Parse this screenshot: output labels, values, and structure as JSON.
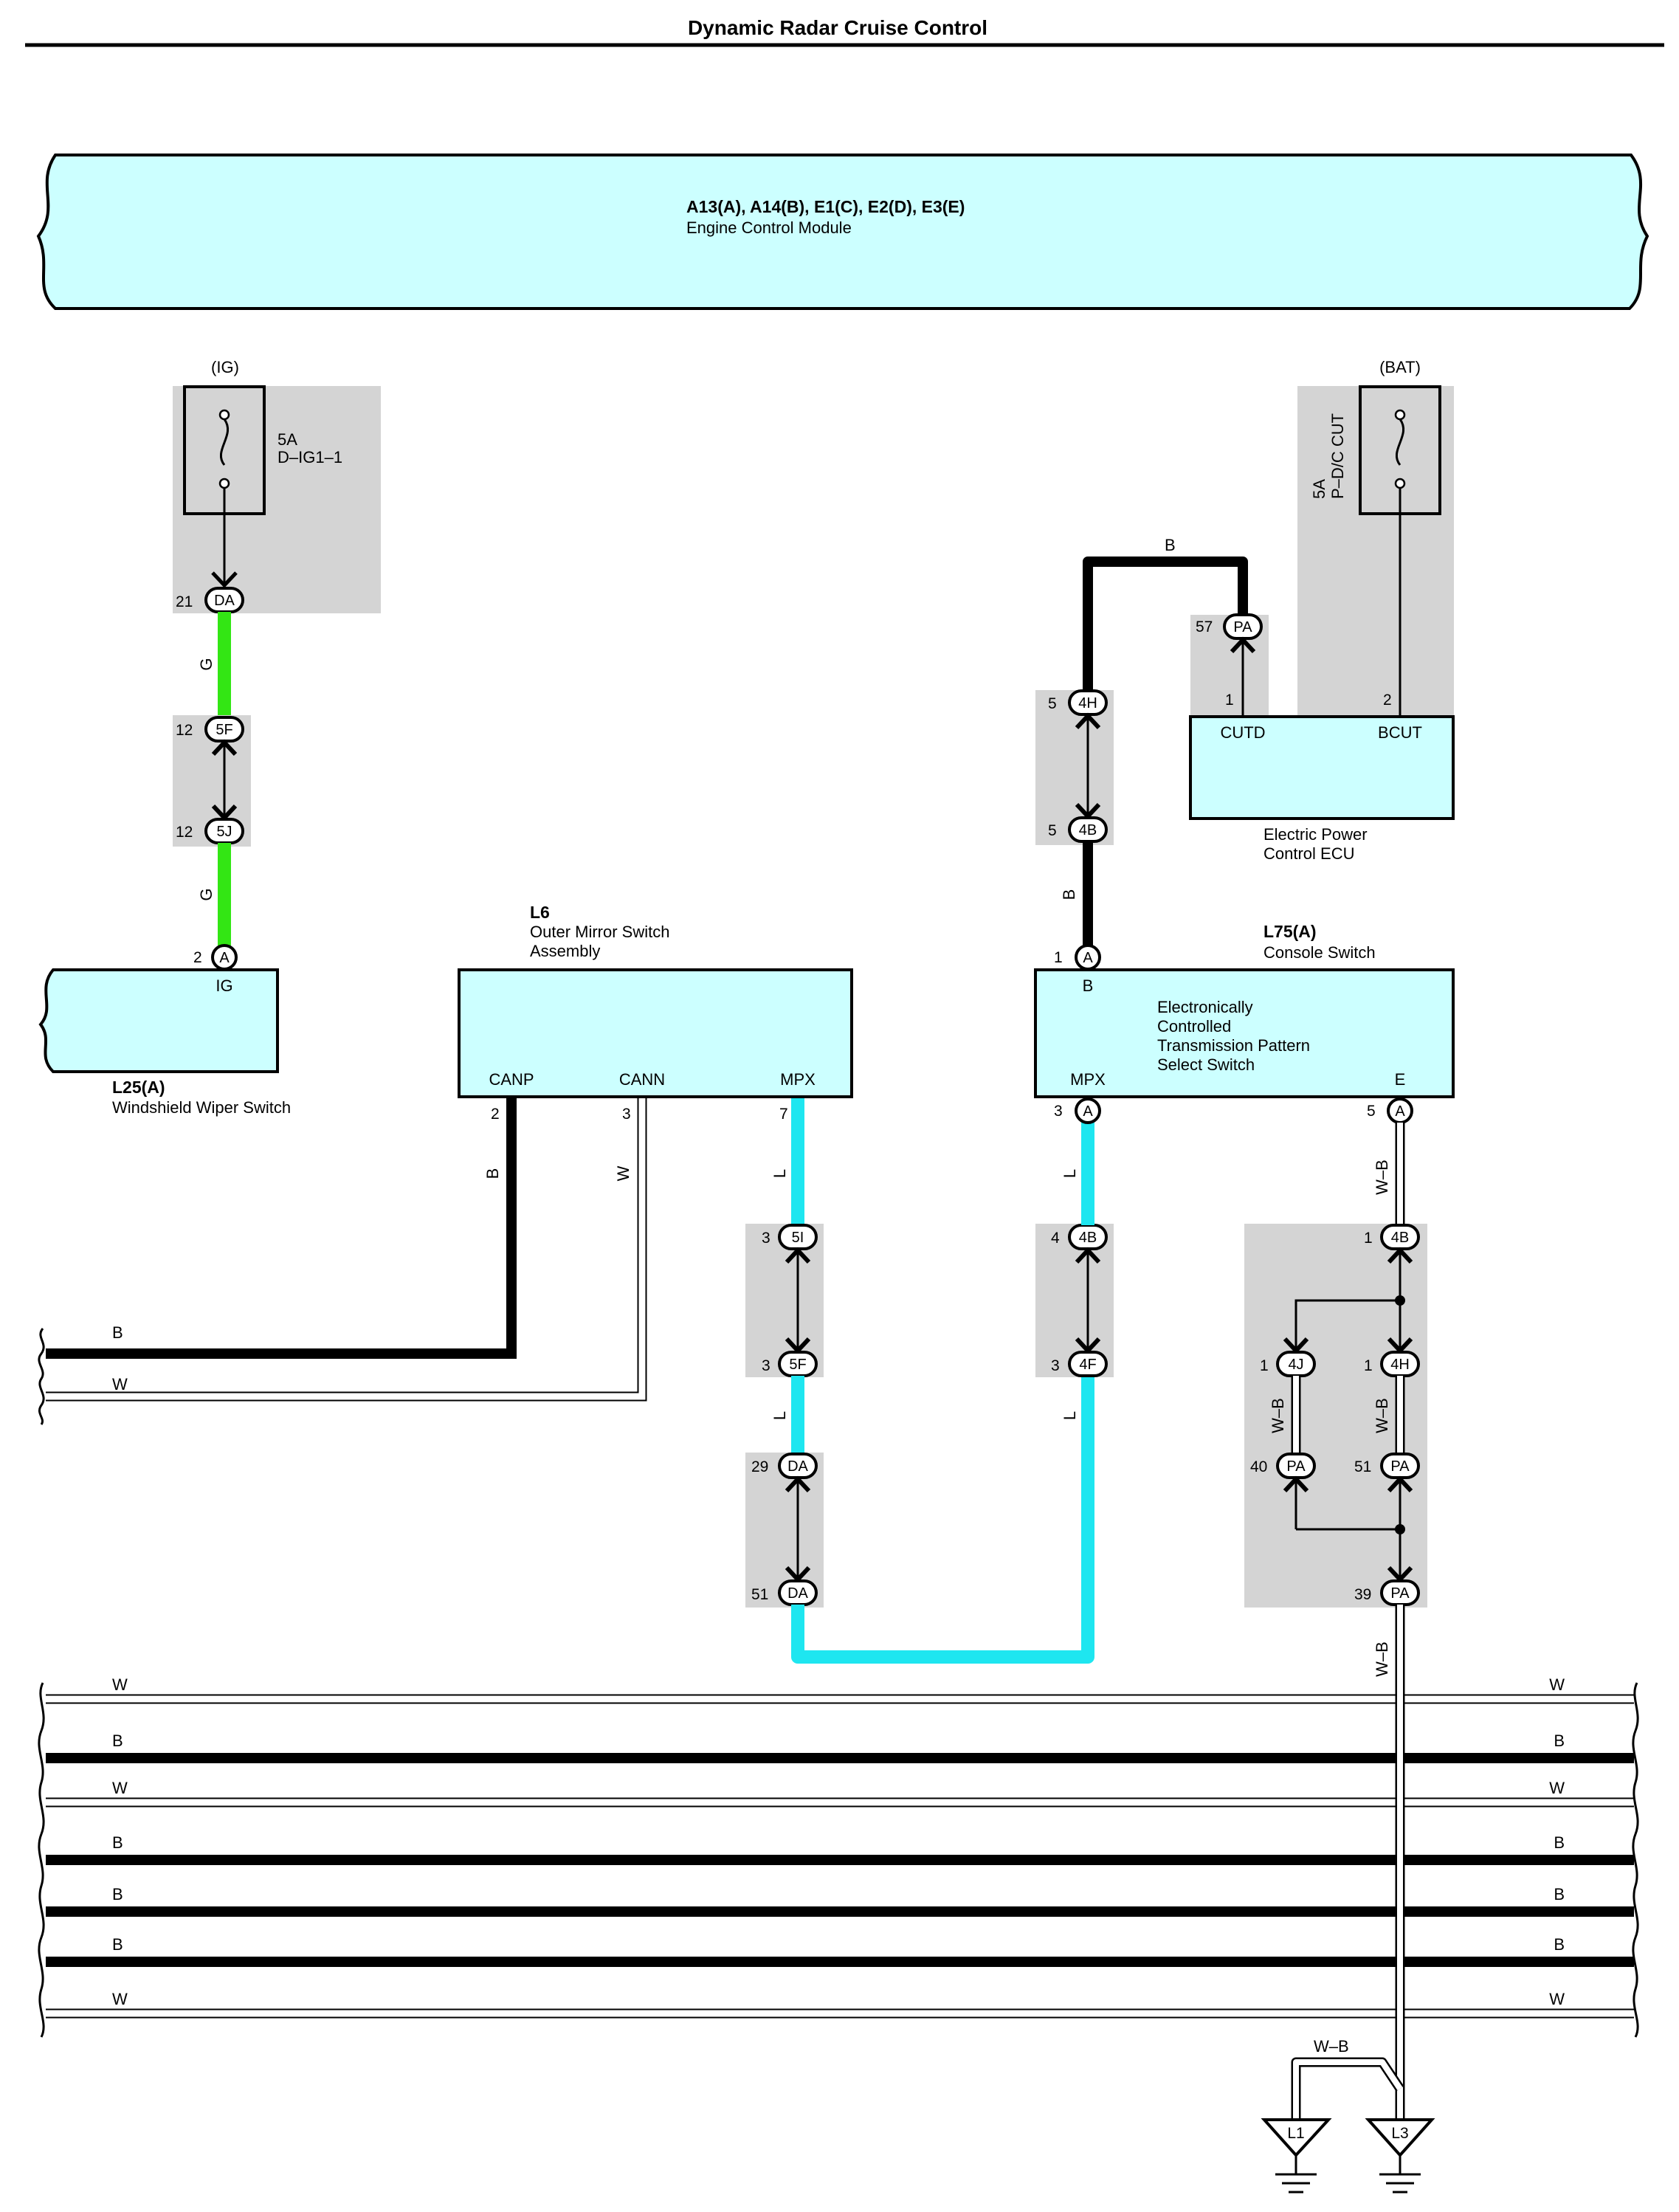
{
  "title": "Dynamic Radar Cruise Control",
  "ecm": {
    "id": "A13(A), A14(B), E1(C), E2(D), E3(E)",
    "name": "Engine Control Module"
  },
  "fuse_ig": {
    "source": "(IG)",
    "rating": "5A",
    "name": "D–IG1–1"
  },
  "fuse_bat": {
    "source": "(BAT)",
    "rating": "5A",
    "name": "P–D/C CUT"
  },
  "wiper": {
    "id": "L25(A)",
    "name": "Windshield Wiper Switch",
    "pin_label": "IG"
  },
  "mirror": {
    "id": "L6",
    "name1": "Outer Mirror Switch",
    "name2": "Assembly",
    "pins": [
      "CANP",
      "CANN",
      "MPX"
    ]
  },
  "console": {
    "id": "L75(A)",
    "name": "Console Switch",
    "pins": [
      "B",
      "MPX",
      "E"
    ],
    "inner": [
      "Electronically",
      "Controlled",
      "Transmission Pattern",
      "Select Switch"
    ]
  },
  "epc": {
    "name1": "Electric Power",
    "name2": "Control ECU",
    "pins": [
      "CUTD",
      "BCUT"
    ]
  },
  "wires": {
    "B": "B",
    "W": "W",
    "G": "G",
    "L": "L",
    "WB": "W–B"
  },
  "connectors": {
    "DA": "DA",
    "5F": "5F",
    "5J": "5J",
    "A": "A",
    "PA": "PA",
    "4H": "4H",
    "4B": "4B",
    "5I": "5I",
    "4F": "4F",
    "4J": "4J"
  },
  "pins": {
    "21": "21",
    "12": "12",
    "2": "2",
    "57": "57",
    "1": "1",
    "5": "5",
    "3": "3",
    "7": "7",
    "4": "4",
    "29": "29",
    "51": "51",
    "40": "40",
    "39": "39"
  },
  "grounds": [
    "L1",
    "L3"
  ],
  "colors": {
    "box_fill": "#ccffff",
    "wire_G": "#33e614",
    "wire_L": "#1ee6f0",
    "wire_B": "#000000",
    "shade": "#d4d4d4"
  },
  "bus_lines": [
    "W",
    "B",
    "W",
    "B",
    "B",
    "B",
    "W"
  ],
  "bus_top": [
    "B",
    "W"
  ]
}
